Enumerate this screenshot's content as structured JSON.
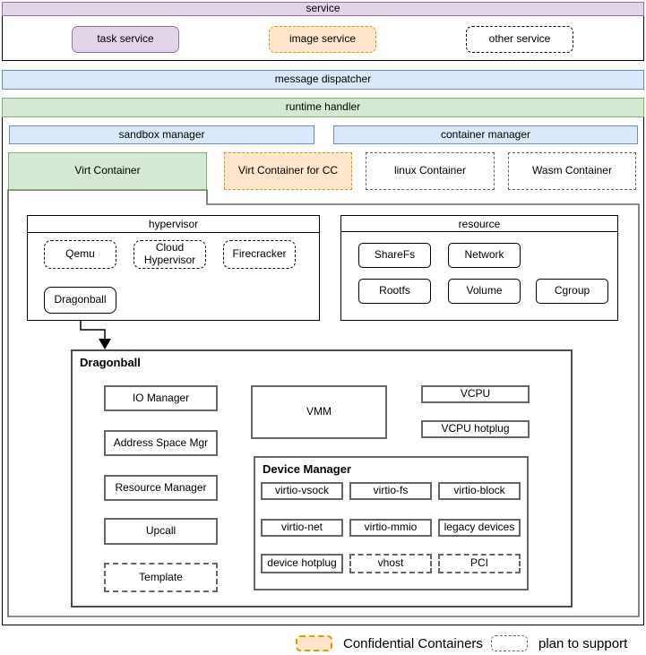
{
  "service": {
    "title": "service",
    "items": [
      {
        "label": "task service"
      },
      {
        "label": "image service"
      },
      {
        "label": "other service"
      }
    ]
  },
  "message_dispatcher": {
    "label": "message dispatcher"
  },
  "runtime_handler": {
    "title": "runtime handler",
    "sandbox_manager": "sandbox manager",
    "container_manager": "container manager",
    "containers": [
      {
        "label": "Virt Container"
      },
      {
        "label": "Virt Container for CC"
      },
      {
        "label": "linux Container"
      },
      {
        "label": "Wasm Container"
      }
    ]
  },
  "hypervisor": {
    "title": "hypervisor",
    "items": [
      {
        "label": "Qemu"
      },
      {
        "label": "Cloud Hypervisor"
      },
      {
        "label": "Firecracker"
      },
      {
        "label": "Dragonball"
      }
    ]
  },
  "resource": {
    "title": "resource",
    "items": [
      {
        "label": "ShareFs"
      },
      {
        "label": "Network"
      },
      {
        "label": "Rootfs"
      },
      {
        "label": "Volume"
      },
      {
        "label": "Cgroup"
      }
    ]
  },
  "dragonball": {
    "title": "Dragonball",
    "modules": [
      {
        "label": "IO Manager"
      },
      {
        "label": "Address Space Mgr"
      },
      {
        "label": "Resource Manager"
      },
      {
        "label": "Upcall"
      },
      {
        "label": "Template"
      },
      {
        "label": "VMM"
      },
      {
        "label": "VCPU"
      },
      {
        "label": "VCPU hotplug"
      }
    ],
    "device_manager": {
      "title": "Device Manager",
      "devices": [
        {
          "label": "virtio-vsock"
        },
        {
          "label": "virtio-fs"
        },
        {
          "label": "virtio-block"
        },
        {
          "label": "virtio-net"
        },
        {
          "label": "virtio-mmio"
        },
        {
          "label": "legacy devices"
        },
        {
          "label": "device hotplug"
        },
        {
          "label": "vhost"
        },
        {
          "label": "PCI"
        }
      ]
    }
  },
  "legend": {
    "confidential": "Confidential Containers",
    "plan": "plan to support"
  },
  "colors": {
    "purple_fill": "#E1D5E7",
    "purple_border": "#9673A6",
    "blue_fill": "#DAE8FC",
    "blue_border": "#6C8EBF",
    "green_fill": "#D5E8D4",
    "green_border": "#82B366",
    "orange_fill": "#FFE6CC",
    "orange_border": "#D79B00",
    "gray_border": "#666666",
    "black": "#000000"
  }
}
